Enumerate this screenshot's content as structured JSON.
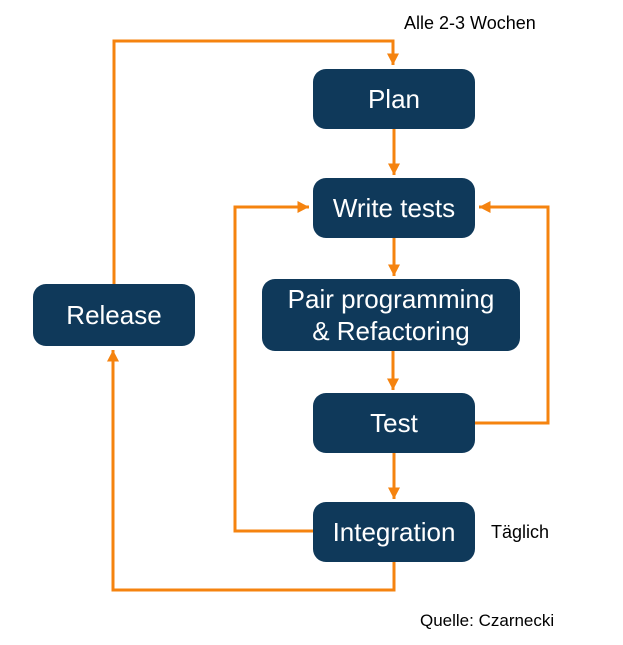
{
  "diagram": {
    "annotations": {
      "cycle_weeks": "Alle 2-3 Wochen",
      "cycle_daily": "Täglich",
      "source": "Quelle: Czarnecki"
    },
    "nodes": [
      {
        "id": "plan",
        "label": "Plan"
      },
      {
        "id": "write_tests",
        "label": "Write tests"
      },
      {
        "id": "pair_programming",
        "label": "Pair programming & Refactoring",
        "lines": [
          "Pair programming",
          "& Refactoring"
        ]
      },
      {
        "id": "test",
        "label": "Test"
      },
      {
        "id": "integration",
        "label": "Integration"
      },
      {
        "id": "release",
        "label": "Release"
      }
    ],
    "edges": [
      {
        "from": "plan",
        "to": "write_tests"
      },
      {
        "from": "write_tests",
        "to": "pair_programming"
      },
      {
        "from": "pair_programming",
        "to": "test"
      },
      {
        "from": "test",
        "to": "integration"
      },
      {
        "from": "test",
        "to": "write_tests"
      },
      {
        "from": "integration",
        "to": "write_tests"
      },
      {
        "from": "integration",
        "to": "release"
      },
      {
        "from": "release",
        "to": "plan"
      }
    ],
    "colors": {
      "node_fill": "#0F395A",
      "node_text": "#FFFFFF",
      "arrow": "#F5830F",
      "background": "#FFFFFF",
      "annotation_text": "#000000"
    }
  }
}
